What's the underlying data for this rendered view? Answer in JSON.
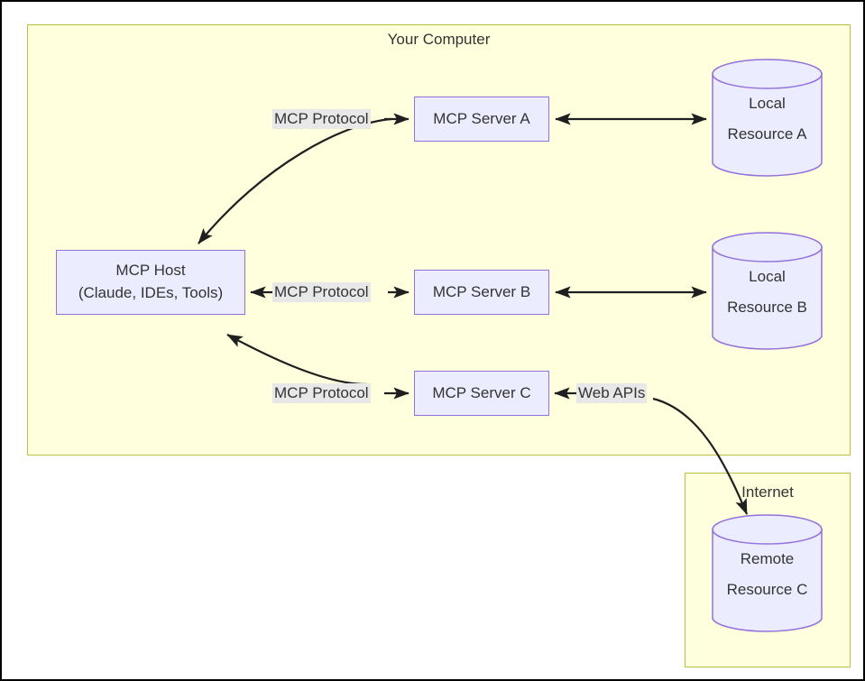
{
  "diagram": {
    "title_alt": "MCP architecture overview",
    "colors": {
      "group_fill": "#ffffde",
      "group_stroke": "#bfbf3f",
      "node_fill": "#ececff",
      "node_stroke": "#9370db",
      "edge_stroke": "#1f1f1f",
      "label_bg": "#e8e8e8",
      "text": "#333333",
      "page_border": "#000000"
    },
    "groups": [
      {
        "id": "your-computer",
        "label": "Your Computer"
      },
      {
        "id": "internet",
        "label": "Internet"
      }
    ],
    "nodes": [
      {
        "id": "mcp-host",
        "shape": "rect",
        "line1": "MCP Host",
        "line2": "(Claude, IDEs, Tools)"
      },
      {
        "id": "mcp-server-a",
        "shape": "rect",
        "line1": "MCP Server A",
        "line2": ""
      },
      {
        "id": "mcp-server-b",
        "shape": "rect",
        "line1": "MCP Server B",
        "line2": ""
      },
      {
        "id": "mcp-server-c",
        "shape": "rect",
        "line1": "MCP Server C",
        "line2": ""
      },
      {
        "id": "local-resource-a",
        "shape": "cylinder",
        "line1": "Local",
        "line2": "Resource A"
      },
      {
        "id": "local-resource-b",
        "shape": "cylinder",
        "line1": "Local",
        "line2": "Resource B"
      },
      {
        "id": "remote-resource-c",
        "shape": "cylinder",
        "line1": "Remote",
        "line2": "Resource C"
      }
    ],
    "edges": [
      {
        "id": "host-to-server-a",
        "label": "MCP Protocol",
        "from": "mcp-host",
        "to": "mcp-server-a",
        "arrows": "one-way"
      },
      {
        "id": "host-to-server-b",
        "label": "MCP Protocol",
        "from": "mcp-host",
        "to": "mcp-server-b",
        "arrows": "two-way"
      },
      {
        "id": "host-to-server-c",
        "label": "MCP Protocol",
        "from": "mcp-host",
        "to": "mcp-server-c",
        "arrows": "two-way"
      },
      {
        "id": "server-a-to-res-a",
        "label": "",
        "from": "mcp-server-a",
        "to": "local-resource-a",
        "arrows": "two-way"
      },
      {
        "id": "server-b-to-res-b",
        "label": "",
        "from": "mcp-server-b",
        "to": "local-resource-b",
        "arrows": "two-way"
      },
      {
        "id": "server-c-to-web",
        "label": "Web APIs",
        "from": "mcp-server-c",
        "to": "remote-resource-c",
        "arrows": "one-way"
      }
    ]
  }
}
